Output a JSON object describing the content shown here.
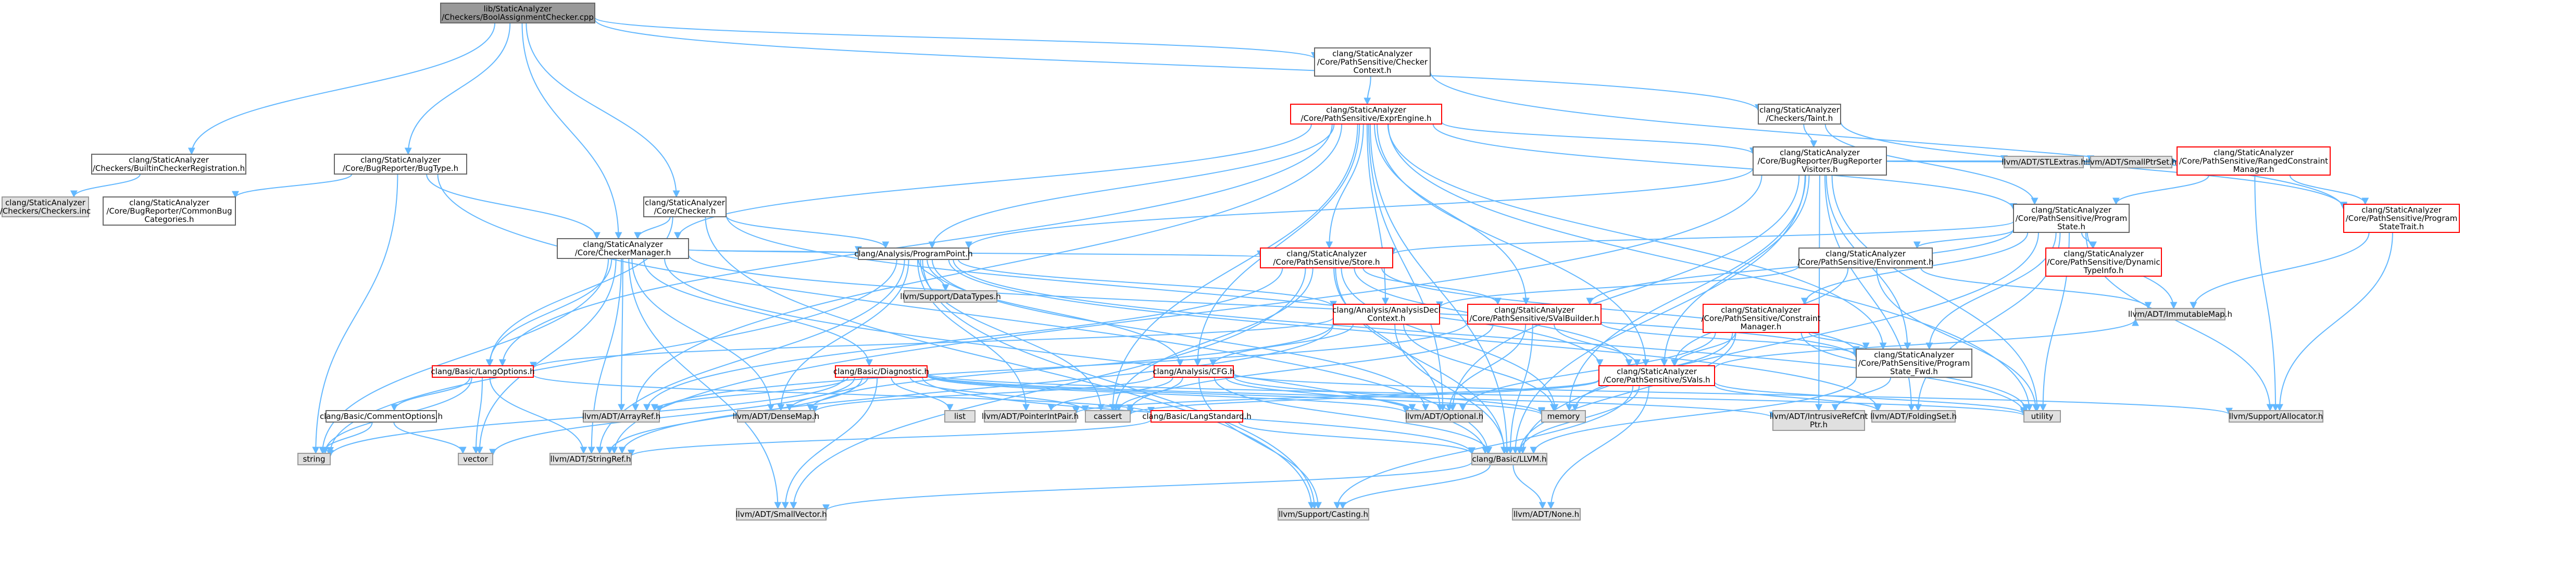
{
  "colors": {
    "edge": "#63b8ff",
    "root_fill": "#999999",
    "root_border": "#666666",
    "node_fill": "#ffffff",
    "node_border": "#666666",
    "ext_fill": "#e0e0e0",
    "ext_border": "#999999",
    "red": "#ff0000"
  },
  "nodes": [
    {
      "id": "root",
      "kind": "root",
      "lines": [
        "lib/StaticAnalyzer",
        "/Checkers/BoolAssignmentChecker.cpp"
      ]
    },
    {
      "id": "builtinreg",
      "kind": "normal",
      "lines": [
        "clang/StaticAnalyzer",
        "/Checkers/BuiltinCheckerRegistration.h"
      ]
    },
    {
      "id": "checkersinc",
      "kind": "ext",
      "lines": [
        "clang/StaticAnalyzer",
        "/Checkers/Checkers.inc"
      ]
    },
    {
      "id": "commonbug",
      "kind": "normal",
      "lines": [
        "clang/StaticAnalyzer",
        "/Core/BugReporter/CommonBug",
        "Categories.h"
      ]
    },
    {
      "id": "bugtype",
      "kind": "normal",
      "lines": [
        "clang/StaticAnalyzer",
        "/Core/BugReporter/BugType.h"
      ]
    },
    {
      "id": "checker",
      "kind": "normal",
      "lines": [
        "clang/StaticAnalyzer",
        "/Core/Checker.h"
      ]
    },
    {
      "id": "checkermanager",
      "kind": "normal",
      "lines": [
        "clang/StaticAnalyzer",
        "/Core/CheckerManager.h"
      ]
    },
    {
      "id": "checkercontext",
      "kind": "normal",
      "lines": [
        "clang/StaticAnalyzer",
        "/Core/PathSensitive/Checker",
        "Context.h"
      ]
    },
    {
      "id": "exprengine",
      "kind": "red",
      "lines": [
        "clang/StaticAnalyzer",
        "/Core/PathSensitive/ExprEngine.h"
      ]
    },
    {
      "id": "taint",
      "kind": "normal",
      "lines": [
        "clang/StaticAnalyzer",
        "/Checkers/Taint.h"
      ]
    },
    {
      "id": "bugvisitors",
      "kind": "normal",
      "lines": [
        "clang/StaticAnalyzer",
        "/Core/BugReporter/BugReporter",
        "Visitors.h"
      ]
    },
    {
      "id": "stlextras",
      "kind": "ext",
      "lines": [
        "llvm/ADT/STLExtras.h"
      ]
    },
    {
      "id": "smallptrset",
      "kind": "ext",
      "lines": [
        "llvm/ADT/SmallPtrSet.h"
      ]
    },
    {
      "id": "rangedconstraint",
      "kind": "red",
      "lines": [
        "clang/StaticAnalyzer",
        "/Core/PathSensitive/RangedConstraint",
        "Manager.h"
      ]
    },
    {
      "id": "programstate",
      "kind": "normal",
      "lines": [
        "clang/StaticAnalyzer",
        "/Core/PathSensitive/Program",
        "State.h"
      ]
    },
    {
      "id": "programstatetrait",
      "kind": "red",
      "lines": [
        "clang/StaticAnalyzer",
        "/Core/PathSensitive/Program",
        "StateTrait.h"
      ]
    },
    {
      "id": "programpoint",
      "kind": "normal",
      "lines": [
        "clang/Analysis/ProgramPoint.h"
      ]
    },
    {
      "id": "store",
      "kind": "red",
      "lines": [
        "clang/StaticAnalyzer",
        "/Core/PathSensitive/Store.h"
      ]
    },
    {
      "id": "environment",
      "kind": "normal",
      "lines": [
        "clang/StaticAnalyzer",
        "/Core/PathSensitive/Environment.h"
      ]
    },
    {
      "id": "dynamictypeinfo",
      "kind": "red",
      "lines": [
        "clang/StaticAnalyzer",
        "/Core/PathSensitive/Dynamic",
        "TypeInfo.h"
      ]
    },
    {
      "id": "datatypes",
      "kind": "ext",
      "lines": [
        "llvm/Support/DataTypes.h"
      ]
    },
    {
      "id": "analysisdecl",
      "kind": "red",
      "lines": [
        "clang/Analysis/AnalysisDecl",
        "Context.h"
      ]
    },
    {
      "id": "svalbuilder",
      "kind": "red",
      "lines": [
        "clang/StaticAnalyzer",
        "/Core/PathSensitive/SValBuilder.h"
      ]
    },
    {
      "id": "constraintmgr",
      "kind": "red",
      "lines": [
        "clang/StaticAnalyzer",
        "/Core/PathSensitive/Constraint",
        "Manager.h"
      ]
    },
    {
      "id": "immutablemap",
      "kind": "ext",
      "lines": [
        "llvm/ADT/ImmutableMap.h"
      ]
    },
    {
      "id": "langoptions",
      "kind": "red",
      "lines": [
        "clang/Basic/LangOptions.h"
      ]
    },
    {
      "id": "diagnostic",
      "kind": "red",
      "lines": [
        "clang/Basic/Diagnostic.h"
      ]
    },
    {
      "id": "cfg",
      "kind": "red",
      "lines": [
        "clang/Analysis/CFG.h"
      ]
    },
    {
      "id": "svals",
      "kind": "red",
      "lines": [
        "clang/StaticAnalyzer",
        "/Core/PathSensitive/SVals.h"
      ]
    },
    {
      "id": "statefwd",
      "kind": "normal",
      "lines": [
        "clang/StaticAnalyzer",
        "/Core/PathSensitive/Program",
        "State_Fwd.h"
      ]
    },
    {
      "id": "commentoptions",
      "kind": "normal",
      "lines": [
        "clang/Basic/CommentOptions.h"
      ]
    },
    {
      "id": "langstandard",
      "kind": "red",
      "lines": [
        "clang/Basic/LangStandard.h"
      ]
    },
    {
      "id": "arrayref",
      "kind": "ext",
      "lines": [
        "llvm/ADT/ArrayRef.h"
      ]
    },
    {
      "id": "densemap",
      "kind": "ext",
      "lines": [
        "llvm/ADT/DenseMap.h"
      ]
    },
    {
      "id": "list",
      "kind": "ext",
      "lines": [
        "list"
      ]
    },
    {
      "id": "pointerintpair",
      "kind": "ext",
      "lines": [
        "llvm/ADT/PointerIntPair.h"
      ]
    },
    {
      "id": "cassert",
      "kind": "ext",
      "lines": [
        "cassert"
      ]
    },
    {
      "id": "optional",
      "kind": "ext",
      "lines": [
        "llvm/ADT/Optional.h"
      ]
    },
    {
      "id": "memory",
      "kind": "ext",
      "lines": [
        "memory"
      ]
    },
    {
      "id": "intrusiverefcnt",
      "kind": "ext",
      "lines": [
        "llvm/ADT/IntrusiveRefCnt",
        "Ptr.h"
      ]
    },
    {
      "id": "foldingset",
      "kind": "ext",
      "lines": [
        "llvm/ADT/FoldingSet.h"
      ]
    },
    {
      "id": "utility",
      "kind": "ext",
      "lines": [
        "utility"
      ]
    },
    {
      "id": "allocator",
      "kind": "ext",
      "lines": [
        "llvm/Support/Allocator.h"
      ]
    },
    {
      "id": "string",
      "kind": "ext",
      "lines": [
        "string"
      ]
    },
    {
      "id": "vector",
      "kind": "ext",
      "lines": [
        "vector"
      ]
    },
    {
      "id": "stringref",
      "kind": "ext",
      "lines": [
        "llvm/ADT/StringRef.h"
      ]
    },
    {
      "id": "llvmh",
      "kind": "ext",
      "lines": [
        "clang/Basic/LLVM.h"
      ]
    },
    {
      "id": "smallvector",
      "kind": "ext",
      "lines": [
        "llvm/ADT/SmallVector.h"
      ]
    },
    {
      "id": "casting",
      "kind": "ext",
      "lines": [
        "llvm/Support/Casting.h"
      ]
    },
    {
      "id": "none",
      "kind": "ext",
      "lines": [
        "llvm/ADT/None.h"
      ]
    }
  ],
  "edges": [
    [
      "root",
      "builtinreg"
    ],
    [
      "root",
      "bugtype"
    ],
    [
      "root",
      "checker"
    ],
    [
      "root",
      "checkermanager"
    ],
    [
      "root",
      "checkercontext"
    ],
    [
      "root",
      "taint"
    ],
    [
      "builtinreg",
      "checkersinc"
    ],
    [
      "bugtype",
      "commonbug"
    ],
    [
      "bugtype",
      "string"
    ],
    [
      "bugtype",
      "checkermanager"
    ],
    [
      "bugtype",
      "llvmh"
    ],
    [
      "checker",
      "checkermanager"
    ],
    [
      "checker",
      "programpoint"
    ],
    [
      "checker",
      "langoptions"
    ],
    [
      "checker",
      "svals"
    ],
    [
      "checker",
      "casting"
    ],
    [
      "checkermanager",
      "programpoint"
    ],
    [
      "checkermanager",
      "store"
    ],
    [
      "checkermanager",
      "langoptions"
    ],
    [
      "checkermanager",
      "diagnostic"
    ],
    [
      "checkermanager",
      "arrayref"
    ],
    [
      "checkermanager",
      "densemap"
    ],
    [
      "checkermanager",
      "stringref"
    ],
    [
      "checkermanager",
      "smallvector"
    ],
    [
      "checkermanager",
      "vector"
    ],
    [
      "checkermanager",
      "statefwd"
    ],
    [
      "checkermanager",
      "string"
    ],
    [
      "checkermanager",
      "llvmh"
    ],
    [
      "checkercontext",
      "exprengine"
    ],
    [
      "checkercontext",
      "programstatetrait"
    ],
    [
      "exprengine",
      "bugvisitors"
    ],
    [
      "exprengine",
      "programpoint"
    ],
    [
      "exprengine",
      "store"
    ],
    [
      "exprengine",
      "svalbuilder"
    ],
    [
      "exprengine",
      "svals"
    ],
    [
      "exprengine",
      "cfg"
    ],
    [
      "exprengine",
      "analysisdecl"
    ],
    [
      "exprengine",
      "programstate"
    ],
    [
      "exprengine",
      "checkermanager"
    ],
    [
      "exprengine",
      "langoptions"
    ],
    [
      "exprengine",
      "arrayref"
    ],
    [
      "exprengine",
      "optional"
    ],
    [
      "exprengine",
      "cassert"
    ],
    [
      "exprengine",
      "utility"
    ],
    [
      "exprengine",
      "statefwd"
    ],
    [
      "exprengine",
      "llvmh"
    ],
    [
      "taint",
      "bugvisitors"
    ],
    [
      "taint",
      "programstate"
    ],
    [
      "taint",
      "programstatetrait"
    ],
    [
      "bugvisitors",
      "programpoint"
    ],
    [
      "bugvisitors",
      "rangedconstraint"
    ],
    [
      "bugvisitors",
      "svals"
    ],
    [
      "bugvisitors",
      "stlextras"
    ],
    [
      "bugvisitors",
      "smallptrset"
    ],
    [
      "bugvisitors",
      "foldingset"
    ],
    [
      "bugvisitors",
      "intrusiverefcnt"
    ],
    [
      "bugvisitors",
      "stringref"
    ],
    [
      "bugvisitors",
      "memory"
    ],
    [
      "bugvisitors",
      "llvmh"
    ],
    [
      "bugvisitors",
      "statefwd"
    ],
    [
      "bugvisitors",
      "optional"
    ],
    [
      "bugvisitors",
      "utility"
    ],
    [
      "rangedconstraint",
      "programstate"
    ],
    [
      "rangedconstraint",
      "programstatetrait"
    ],
    [
      "rangedconstraint",
      "allocator"
    ],
    [
      "programstatetrait",
      "immutablemap"
    ],
    [
      "programstatetrait",
      "allocator"
    ],
    [
      "programstate",
      "store"
    ],
    [
      "programstate",
      "environment"
    ],
    [
      "programstate",
      "dynamictypeinfo"
    ],
    [
      "programstate",
      "constraintmgr"
    ],
    [
      "programstate",
      "svalbuilder"
    ],
    [
      "programstate",
      "statefwd"
    ],
    [
      "programstate",
      "immutablemap"
    ],
    [
      "programstate",
      "foldingset"
    ],
    [
      "programstate",
      "allocator"
    ],
    [
      "programstate",
      "utility"
    ],
    [
      "programstate",
      "llvmh"
    ],
    [
      "programpoint",
      "analysisdecl"
    ],
    [
      "programpoint",
      "cfg"
    ],
    [
      "programpoint",
      "datatypes"
    ],
    [
      "programpoint",
      "densemap"
    ],
    [
      "programpoint",
      "foldingset"
    ],
    [
      "programpoint",
      "optional"
    ],
    [
      "programpoint",
      "pointerintpair"
    ],
    [
      "programpoint",
      "stringref"
    ],
    [
      "programpoint",
      "casting"
    ],
    [
      "programpoint",
      "cassert"
    ],
    [
      "programpoint",
      "string"
    ],
    [
      "programpoint",
      "utility"
    ],
    [
      "store",
      "svalbuilder"
    ],
    [
      "store",
      "svals"
    ],
    [
      "store",
      "statefwd"
    ],
    [
      "store",
      "arrayref"
    ],
    [
      "store",
      "optional"
    ],
    [
      "store",
      "cassert"
    ],
    [
      "store",
      "memory"
    ],
    [
      "store",
      "smallvector"
    ],
    [
      "store",
      "llvmh"
    ],
    [
      "environment",
      "svals"
    ],
    [
      "environment",
      "immutablemap"
    ],
    [
      "environment",
      "analysisdecl"
    ],
    [
      "environment",
      "utility"
    ],
    [
      "analysisdecl",
      "cfg"
    ],
    [
      "analysisdecl",
      "langoptions"
    ],
    [
      "analysisdecl",
      "densemap"
    ],
    [
      "analysisdecl",
      "memory"
    ],
    [
      "analysisdecl",
      "stringref"
    ],
    [
      "analysisdecl",
      "llvmh"
    ],
    [
      "svalbuilder",
      "svals"
    ],
    [
      "svalbuilder",
      "statefwd"
    ],
    [
      "svalbuilder",
      "optional"
    ],
    [
      "svalbuilder",
      "cassert"
    ],
    [
      "svalbuilder",
      "arrayref"
    ],
    [
      "svalbuilder",
      "llvmh"
    ],
    [
      "constraintmgr",
      "svals"
    ],
    [
      "constraintmgr",
      "statefwd"
    ],
    [
      "constraintmgr",
      "optional"
    ],
    [
      "constraintmgr",
      "memory"
    ],
    [
      "constraintmgr",
      "utility"
    ],
    [
      "constraintmgr",
      "llvmh"
    ],
    [
      "langoptions",
      "commentoptions"
    ],
    [
      "langoptions",
      "langstandard"
    ],
    [
      "langoptions",
      "stringref"
    ],
    [
      "langoptions",
      "string"
    ],
    [
      "langoptions",
      "vector"
    ],
    [
      "diagnostic",
      "arrayref"
    ],
    [
      "diagnostic",
      "densemap"
    ],
    [
      "diagnostic",
      "intrusiverefcnt"
    ],
    [
      "diagnostic",
      "optional"
    ],
    [
      "diagnostic",
      "smallvector"
    ],
    [
      "diagnostic",
      "stringref"
    ],
    [
      "diagnostic",
      "cassert"
    ],
    [
      "diagnostic",
      "list"
    ],
    [
      "diagnostic",
      "memory"
    ],
    [
      "diagnostic",
      "string"
    ],
    [
      "diagnostic",
      "utility"
    ],
    [
      "diagnostic",
      "vector"
    ],
    [
      "diagnostic",
      "llvmh"
    ],
    [
      "cfg",
      "densemap"
    ],
    [
      "cfg",
      "pointerintpair"
    ],
    [
      "cfg",
      "optional"
    ],
    [
      "cfg",
      "cassert"
    ],
    [
      "cfg",
      "memory"
    ],
    [
      "cfg",
      "allocator"
    ],
    [
      "cfg",
      "casting"
    ],
    [
      "cfg",
      "llvmh"
    ],
    [
      "svals",
      "foldingset"
    ],
    [
      "svals",
      "immutablemap"
    ],
    [
      "svals",
      "pointerintpair"
    ],
    [
      "svals",
      "casting"
    ],
    [
      "svals",
      "cassert"
    ],
    [
      "svals",
      "utility"
    ],
    [
      "svals",
      "llvmh"
    ],
    [
      "svals",
      "none"
    ],
    [
      "statefwd",
      "intrusiverefcnt"
    ],
    [
      "statefwd",
      "llvmh"
    ],
    [
      "commentoptions",
      "string"
    ],
    [
      "commentoptions",
      "vector"
    ],
    [
      "langstandard",
      "stringref"
    ],
    [
      "langstandard",
      "llvmh"
    ],
    [
      "llvmh",
      "casting"
    ],
    [
      "llvmh",
      "none"
    ],
    [
      "llvmh",
      "smallvector"
    ]
  ]
}
